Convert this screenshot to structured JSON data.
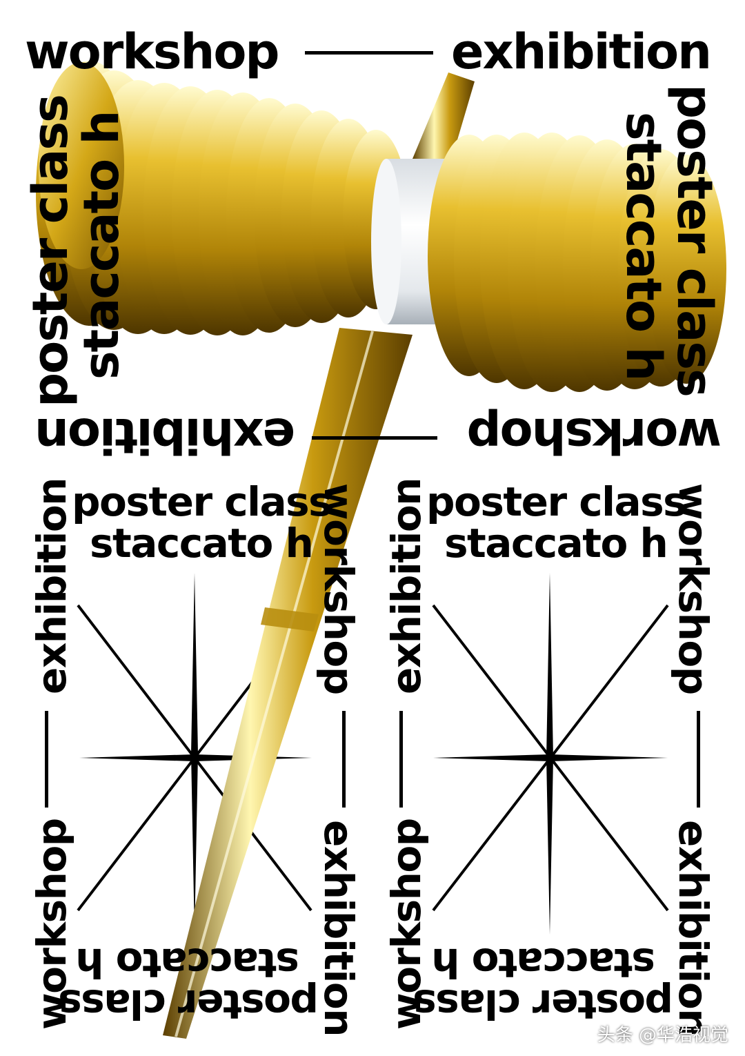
{
  "words": {
    "workshop": "workshop",
    "exhibition": "exhibition",
    "poster_class": "poster class",
    "staccato_h": "staccato h"
  },
  "watermark": "头条 @华浩视觉",
  "colors": {
    "background": "#ffffff",
    "ink": "#000000",
    "gold_light": "#fff3a0",
    "gold_mid": "#d8b020",
    "gold_dark": "#6a4a00",
    "glass": "#eef2f5"
  },
  "graphics": {
    "gavel": "gold-gavel-illustration",
    "ornament": "eight-point-star-icon"
  }
}
